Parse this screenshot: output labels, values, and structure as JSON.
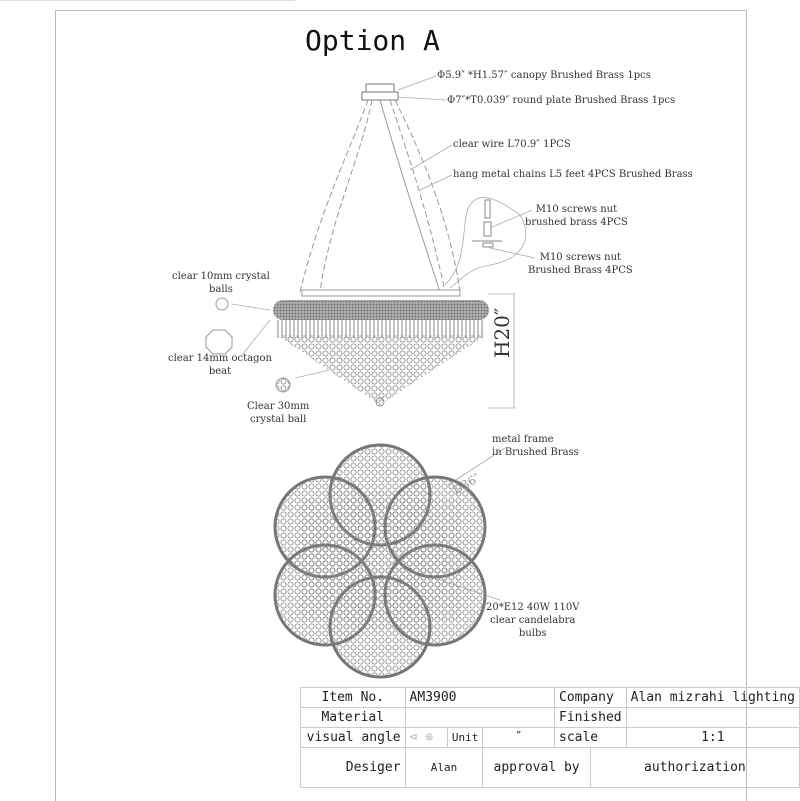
{
  "title": "Option A",
  "callouts": {
    "canopy": "Φ5.9″ *H1.57″ canopy Brushed Brass 1pcs",
    "plate": "Φ7″*T0.039″ round plate  Brushed Brass 1pcs",
    "wire": "clear wire L70.9″ 1PCS",
    "chains": "hang metal chains  L5 feet 4PCS Brushed Brass",
    "screw1_l1": "M10 screws nut",
    "screw1_l2": "brushed brass 4PCS",
    "screw2_l1": "M10 screws nut",
    "screw2_l2": "Brushed Brass 4PCS",
    "balls10_l1": "clear 10mm crystal",
    "balls10_l2": "balls",
    "octagon_l1": "clear 14mm octagon",
    "octagon_l2": "beat",
    "ball30_l1": "Clear 30mm",
    "ball30_l2": "crystal ball",
    "height": "H20″",
    "frame_l1": "metal frame",
    "frame_l2": "in Brushed Brass",
    "diameter": "D36″",
    "bulbs_l1": "20*E12   40W 110V",
    "bulbs_l2": "clear  candelabra",
    "bulbs_l3": "bulbs"
  },
  "table": {
    "item_no_label": "Item No.",
    "item_no": "AM3900",
    "company_label": "Company",
    "company": "Alan mizrahi lighting",
    "material_label": "Material",
    "material": "",
    "finished_label": "Finished",
    "finished": "",
    "visual_angle_label": "visual angle",
    "unit_label": "Unit",
    "unit": "″",
    "scale_label": "scale",
    "scale": "1:1",
    "designer_label": "Desiger",
    "designer": "Alan",
    "approval_label": "approval by",
    "authorization_label": "authorization"
  }
}
